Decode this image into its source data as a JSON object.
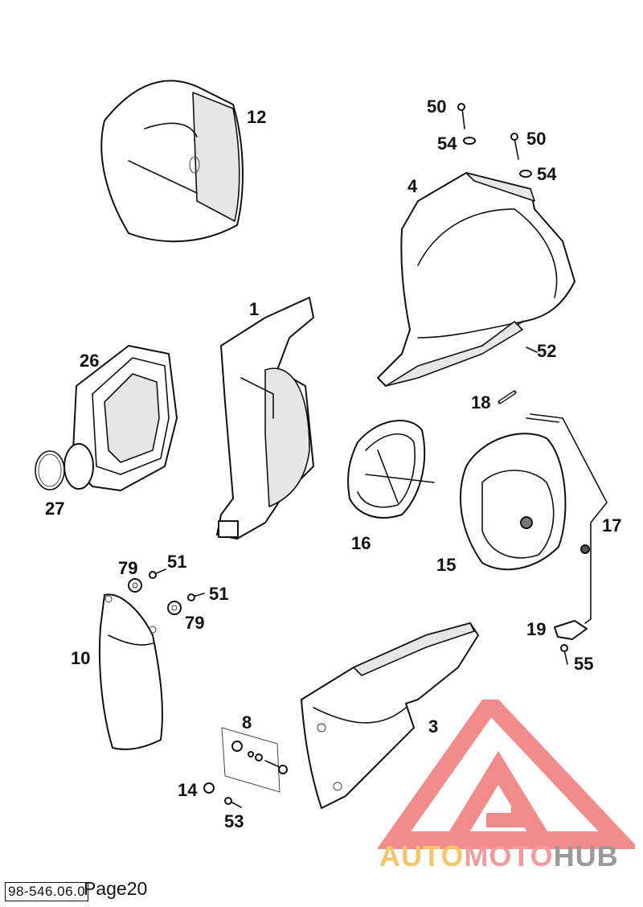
{
  "callouts": {
    "c12": "12",
    "c50a": "50",
    "c54a": "54",
    "c50b": "50",
    "c54b": "54",
    "c4": "4",
    "c1": "1",
    "c26": "26",
    "c52": "52",
    "c18": "18",
    "c27": "27",
    "c17": "17",
    "c16": "16",
    "c15": "15",
    "c79a": "79",
    "c51a": "51",
    "c51b": "51",
    "c79b": "79",
    "c10": "10",
    "c19": "19",
    "c55": "55",
    "c8": "8",
    "c3": "3",
    "c14": "14",
    "c53": "53"
  },
  "footer": {
    "drawing_number": "98-546.06.0",
    "page_label": "Page20"
  },
  "watermark": {
    "word1": "AUTO",
    "word2": "MOTO",
    "word3": "HUB",
    "colors": {
      "auto": "#f6c46a",
      "moto": "#f39b9b",
      "hub": "#9a9a9a",
      "triangle": "#f28b8b"
    }
  }
}
